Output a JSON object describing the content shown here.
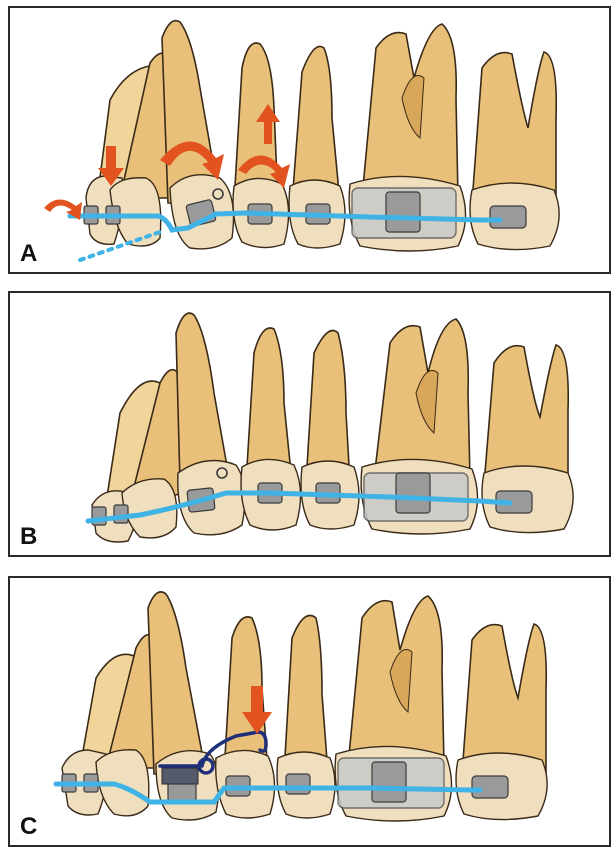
{
  "panels": [
    {
      "label": "A"
    },
    {
      "label": "B"
    },
    {
      "label": "C"
    }
  ],
  "colors": {
    "tooth": "#e8c07a",
    "tooth_light": "#f1d49a",
    "tooth_dark": "#d9a75a",
    "outline": "#3a2a18",
    "crown_white": "#f4f0ea",
    "archwire": "#3fb3e6",
    "bracket": "#9a9a9a",
    "bracket_dark": "#5a5a5a",
    "band": "#c9c9c9",
    "arrow": "#e2531f",
    "cantilever": "#1f2f7a"
  },
  "icons": [
    "tooth-root",
    "bracket",
    "molar-band",
    "archwire",
    "movement-arrow",
    "rotation-arrow",
    "cantilever-spring"
  ]
}
